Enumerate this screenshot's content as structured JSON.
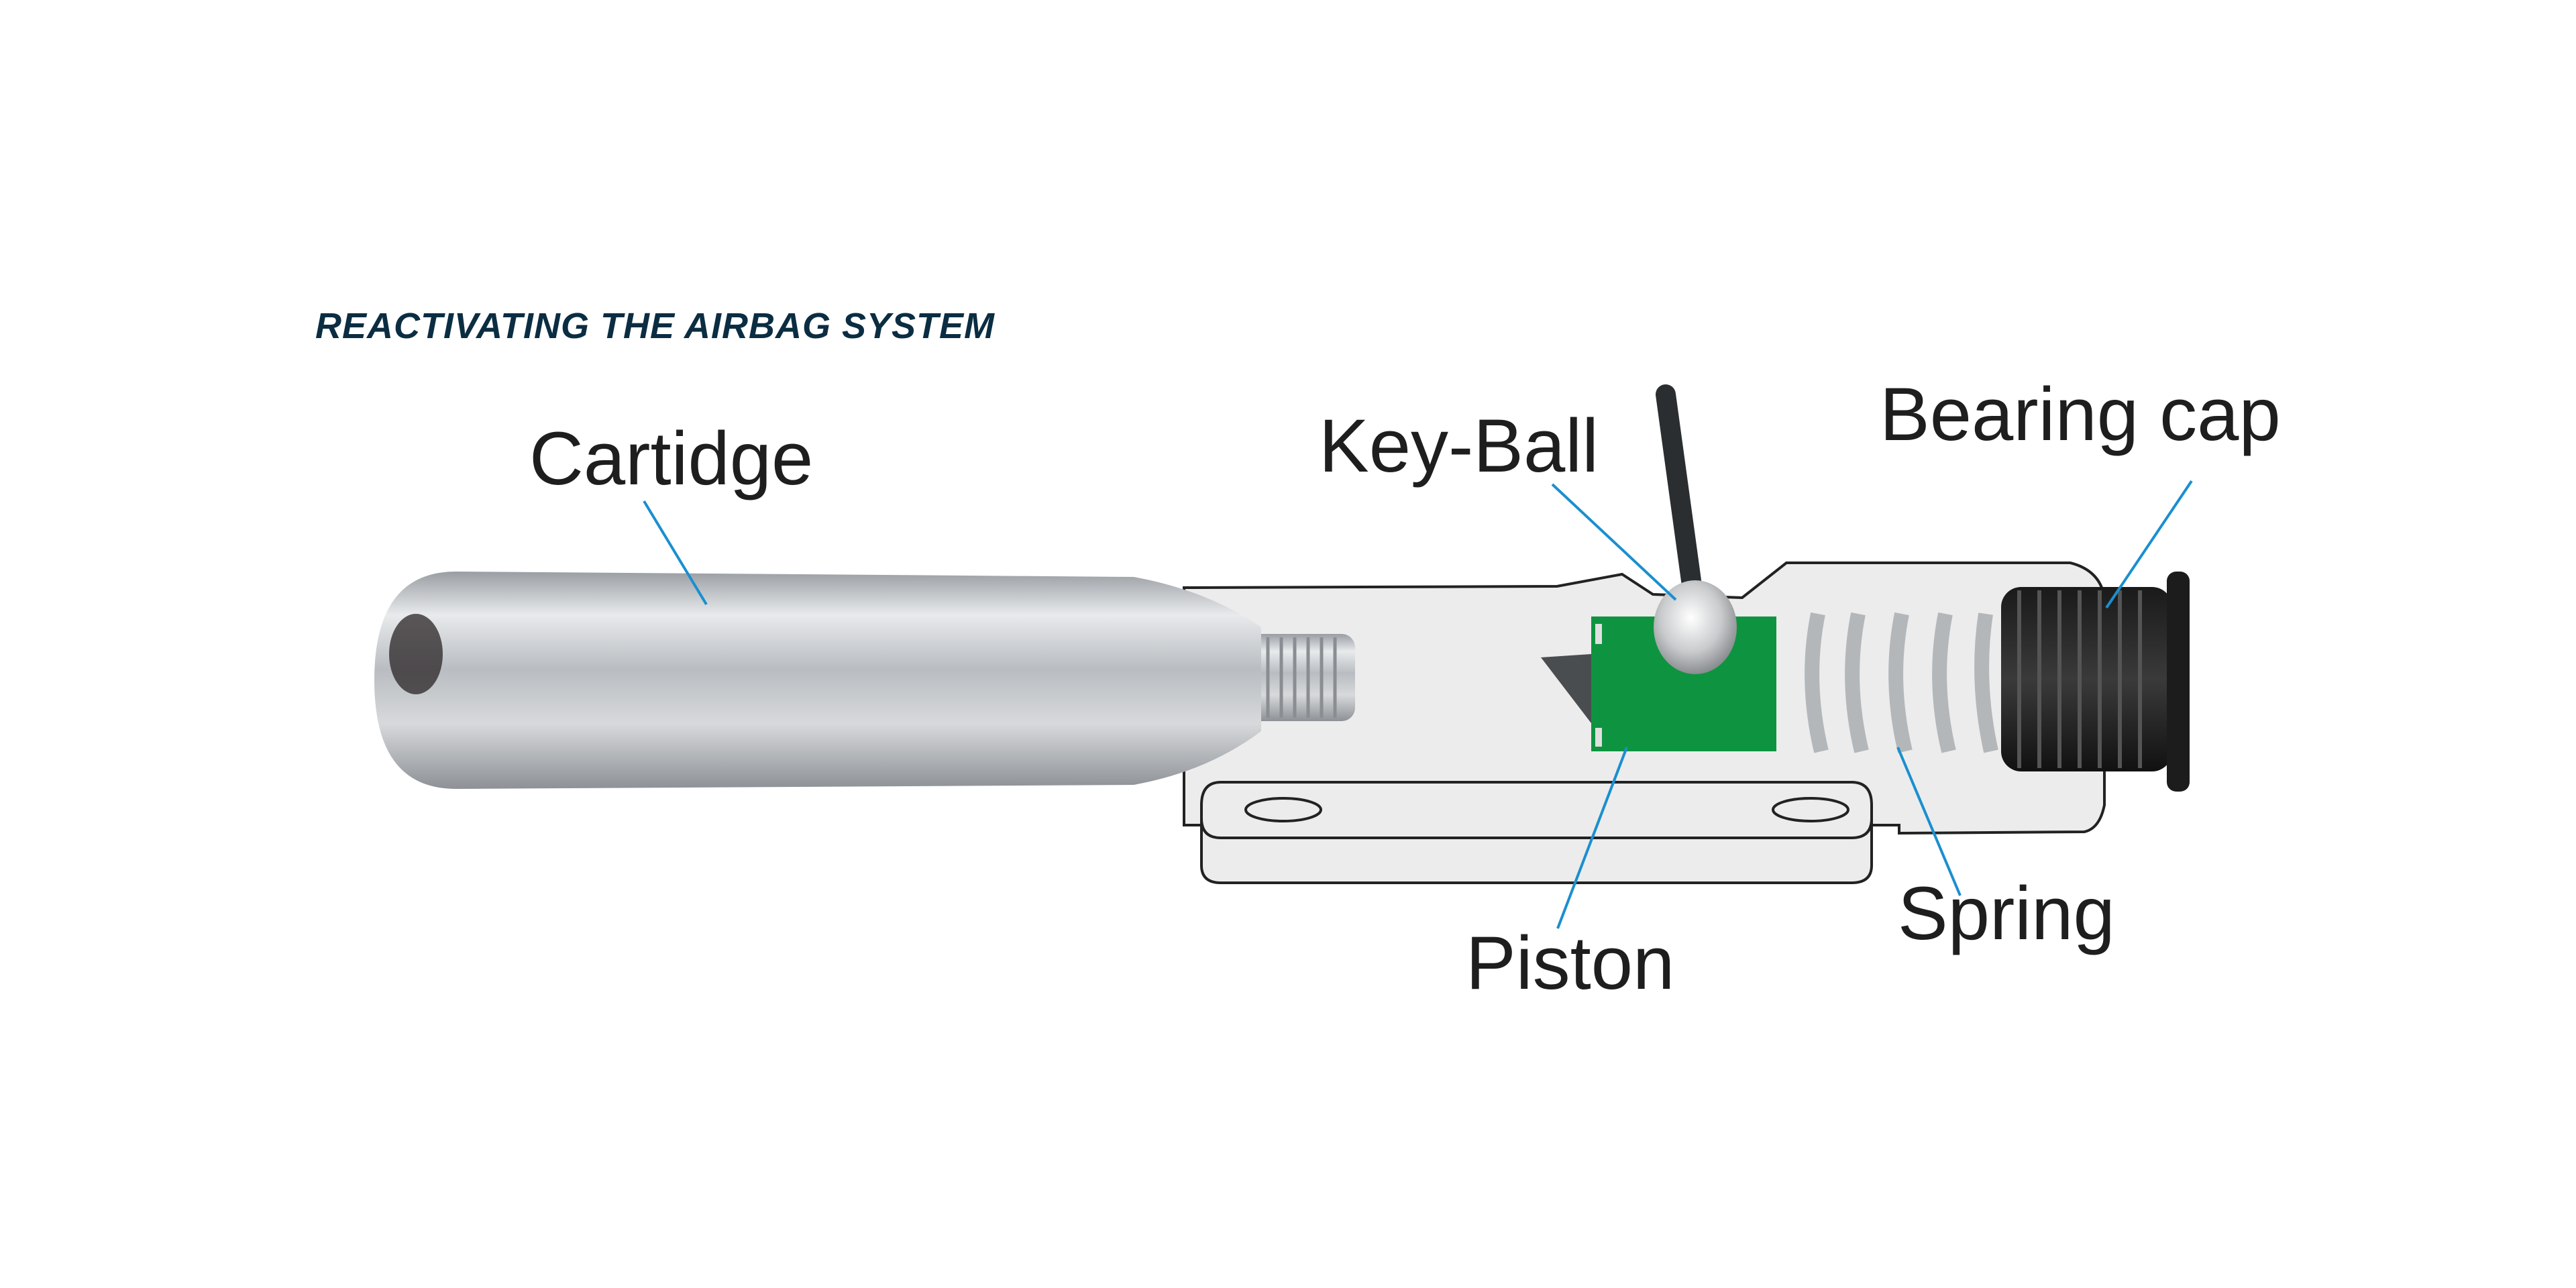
{
  "title": "REACTIVATING THE AIRBAG SYSTEM",
  "labels": {
    "cartridge": "Cartidge",
    "key_ball": "Key-Ball",
    "bearing_cap": "Bearing cap",
    "spring": "Spring",
    "piston": "Piston"
  },
  "colors": {
    "title": "#0b2d42",
    "leader_lines": "#1a8fd0",
    "piston": "#0e9440"
  }
}
